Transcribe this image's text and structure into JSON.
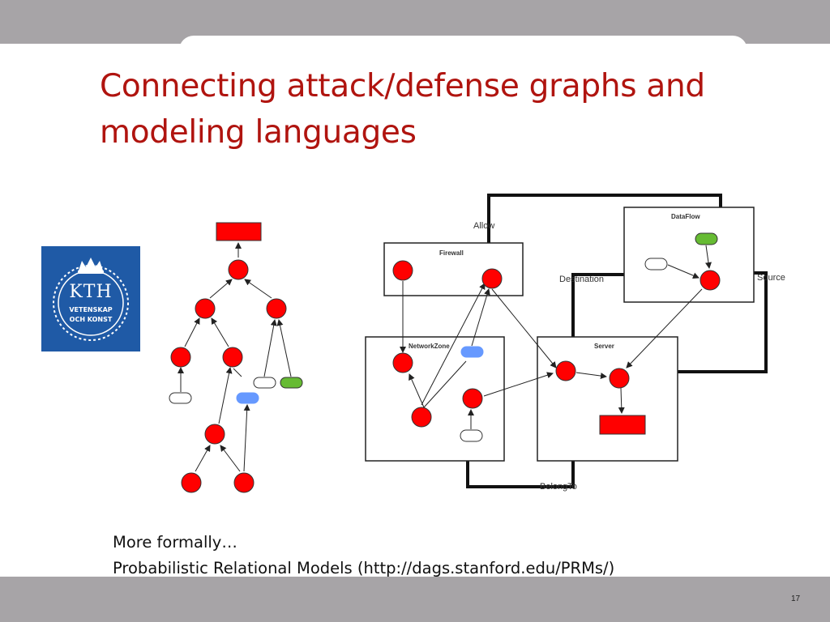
{
  "slide": {
    "title_line1": "Connecting attack/defense graphs and",
    "title_line2": "modeling languages",
    "footer_line1": "More formally…",
    "footer_line2": "Probabilistic Relational Models (http://dags.stanford.edu/PRMs/)",
    "page_number": "17"
  },
  "logo": {
    "name": "KTH",
    "line1": "VETENSKAP",
    "line2": "OCH KONST",
    "color": "#1f5aa6"
  },
  "diagram": {
    "boxes": {
      "firewall": "Firewall",
      "dataflow": "DataFlow",
      "networkzone": "NetworkZone",
      "server": "Server"
    },
    "edge_labels": {
      "allow": "Allow",
      "destination": "Destination",
      "source": "Source",
      "belongto": "BelongTo"
    },
    "colors": {
      "node_red": "#ff0000",
      "node_blue": "#6699ff",
      "node_green": "#66bb33",
      "title_red": "#b0140f"
    }
  }
}
